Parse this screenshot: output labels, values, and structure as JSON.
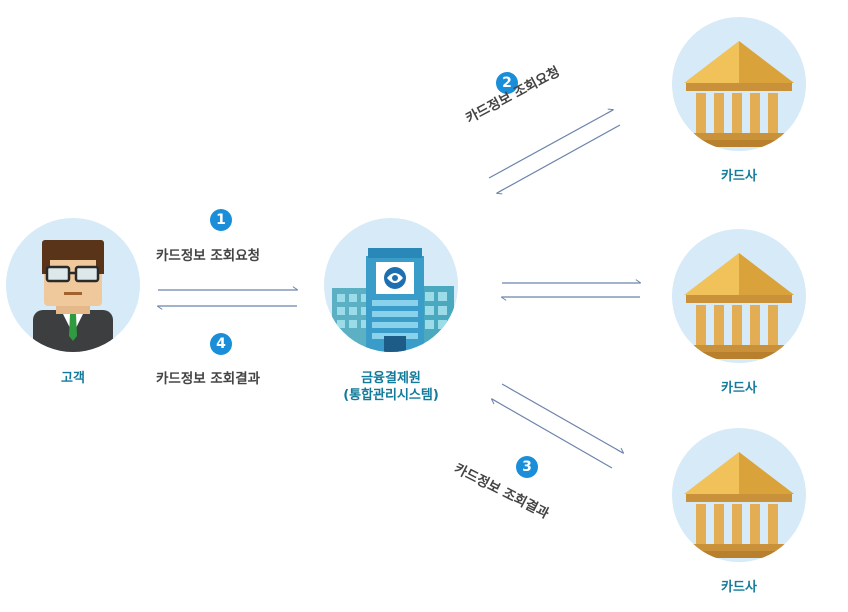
{
  "customer": {
    "label": "고객"
  },
  "center": {
    "label_line1": "금융결제원",
    "label_line2": "(통합관리시스템)"
  },
  "card_companies": [
    {
      "label": "카드사"
    },
    {
      "label": "카드사"
    },
    {
      "label": "카드사"
    }
  ],
  "steps": [
    {
      "number": "1",
      "text": "카드정보 조회요청"
    },
    {
      "number": "2",
      "text": "카드정보 조회요청"
    },
    {
      "number": "3",
      "text": "카드정보 조회결과"
    },
    {
      "number": "4",
      "text": "카드정보 조회결과"
    }
  ],
  "colors": {
    "arrow": "#6c84ac",
    "badge": "#1a8ed8",
    "circle": "#d6eaf8",
    "label": "#127a9a"
  }
}
